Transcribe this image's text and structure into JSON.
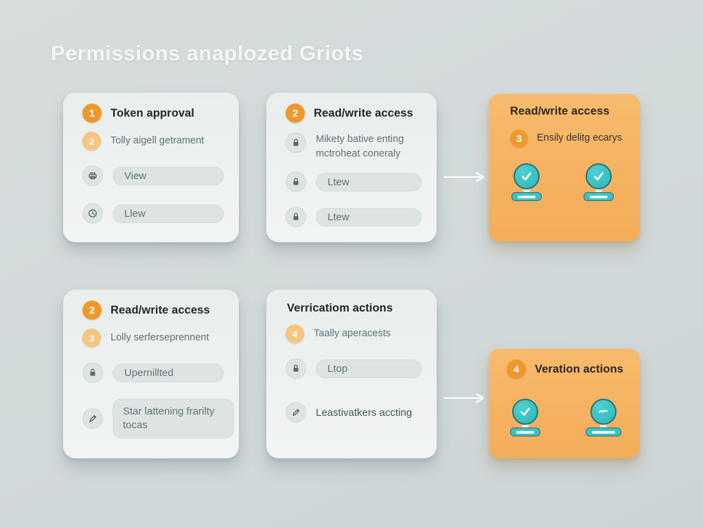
{
  "title": "Permissions anaplozed Griots",
  "colors": {
    "background": "#d2d9da",
    "card": "#eef2f0",
    "orange_card": "#f6b261",
    "badge_dark": "#f0982b",
    "badge_light": "#f6c57e",
    "teal_icon": "#35bec0",
    "teal_border": "#2a7074",
    "arrow": "#ffffff",
    "title_text": "#f4f7f7",
    "card_title_text": "#20272a",
    "muted_text": "#5e7178"
  },
  "icons": [
    "printer-icon",
    "clock-icon",
    "lock-icon",
    "pencil-icon",
    "check-icon",
    "scribble-icon",
    "arrow-right-icon"
  ],
  "cards": {
    "token_approval": {
      "step": "1",
      "title": "Token approval",
      "substep": "2",
      "subtitle": "Tolly aigell getrament",
      "rows": [
        {
          "icon": "printer-icon",
          "label": "View"
        },
        {
          "icon": "clock-icon",
          "label": "Llew"
        }
      ]
    },
    "readwrite_top": {
      "step": "2",
      "title": "Read/write access",
      "note": "Mikety bative enting mctroheat coneraly",
      "rows": [
        {
          "icon": "lock-icon",
          "label": "Ltew"
        },
        {
          "icon": "lock-icon",
          "label": "Ltew"
        }
      ]
    },
    "readwrite_orange": {
      "title": "Read/write access",
      "substep": "3",
      "subtitle": "Ensily delitg ecarys",
      "devices": [
        "check-icon",
        "check-icon"
      ]
    },
    "readwrite_bottom": {
      "step": "2",
      "title": "Read/write access",
      "substep": "3",
      "subtitle": "Lolly serferseprennent",
      "rows": [
        {
          "icon": "lock-icon",
          "label": "Upernillted"
        },
        {
          "icon": "pencil-icon",
          "label": "Star lattening frarilty tocas"
        }
      ]
    },
    "verification": {
      "title": "Verricatiom actions",
      "substep": "4",
      "subtitle": "Taally aperacests",
      "rows": [
        {
          "icon": "lock-icon",
          "label": "Ltop"
        },
        {
          "icon": "pencil-icon",
          "label": "Leastivatkers accting"
        }
      ]
    },
    "veration_orange": {
      "step": "4",
      "title": "Veration actions",
      "devices": [
        "check-icon",
        "scribble-icon"
      ]
    }
  }
}
